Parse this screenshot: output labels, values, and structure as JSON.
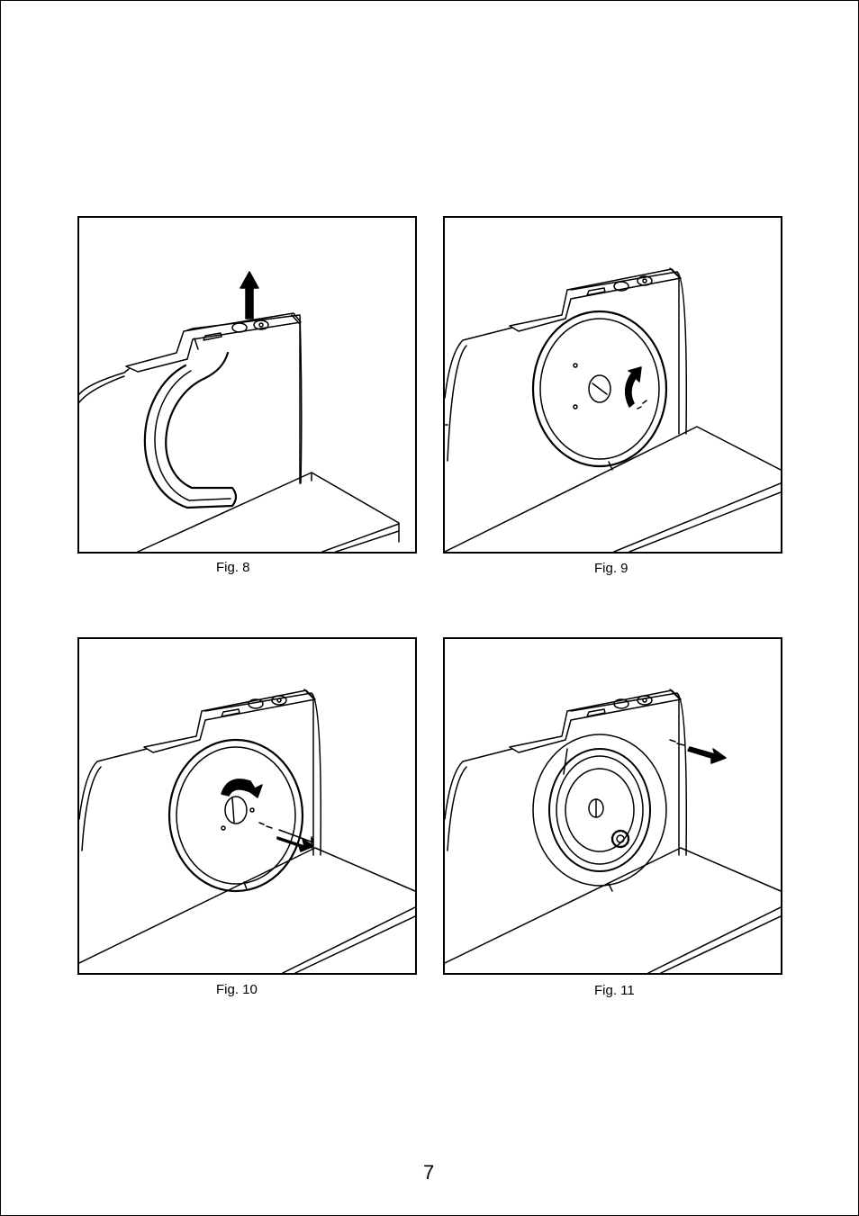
{
  "figures": [
    {
      "caption": "Fig. 8",
      "illustration": "slicer-blade-cover-lift",
      "arrow": "arrow-up-icon"
    },
    {
      "caption": "Fig. 9",
      "illustration": "slicer-blade-knob-turn",
      "arrow": "rotate-arrow-icon"
    },
    {
      "caption": "Fig. 10",
      "illustration": "slicer-blade-unscrew-remove",
      "arrow": "rotate-and-pull-arrow-icon"
    },
    {
      "caption": "Fig. 11",
      "illustration": "slicer-blade-removed-hub",
      "arrow": "pull-arrow-icon"
    }
  ],
  "page": {
    "number": "7"
  }
}
